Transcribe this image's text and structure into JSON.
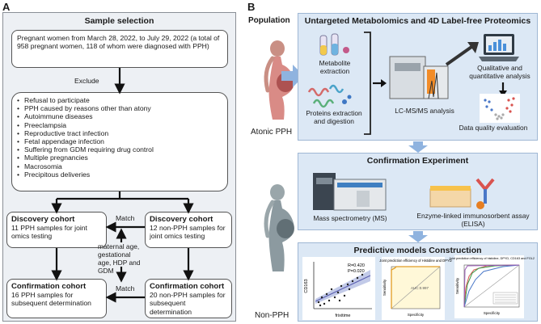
{
  "panel_a": {
    "letter": "A",
    "title": "Sample selection",
    "population_text": "Pregnant women from March 28, 2022, to July 29, 2022 (a total of 958 pregnant women, 118 of whom were diagnosed with PPH)",
    "exclude_label": "Exclude",
    "exclusions": [
      "Refusal to participate",
      "PPH caused by reasons other than atony",
      "Autoimmune diseases",
      "Preeclampsia",
      "Reproductive tract infection",
      "Fetal appendage infection",
      "Suffering from GDM requiring drug control",
      "Multiple pregnancies",
      "Macrosomia",
      "Precipitous deliveries"
    ],
    "discovery_pph": {
      "title": "Discovery cohort",
      "body": "11 PPH samples for joint omics testing"
    },
    "discovery_non": {
      "title": "Discovery cohort",
      "body": "12 non-PPH samples for joint omics testing"
    },
    "confirm_pph": {
      "title": "Confirmation cohort",
      "body": "16 PPH samples for subsequent determination"
    },
    "confirm_non": {
      "title": "Confirmation cohort",
      "body": "20 non-PPH samples for subsequent determination"
    },
    "match_top": "Match",
    "match_bottom": "Match",
    "match_criteria": "maternal age, gestational age, HDP and GDM"
  },
  "panel_b": {
    "letter": "B",
    "population_label": "Population",
    "atonic_label": "Atonic PPH",
    "non_label": "Non-PPH",
    "omics_title": "Untargeted Metabolomics and 4D Label-free Proteomics",
    "metabolite_extraction": "Metabolite extraction",
    "protein_extraction": "Proteins extraction and digestion",
    "lcms": "LC-MS/MS analysis",
    "qual_quant": "Qualitative  and quantitative analysis",
    "data_quality": "Data quality evaluation",
    "confirm_title": "Confirmation Experiment",
    "ms_label": "Mass spectrometry (MS)",
    "elisa_label": "Enzyme-linked immunosorbent assay (ELISA)",
    "predict_title": "Predictive models Construction",
    "scatter_ylabel": "CD163",
    "scatter_xlabel": "frixitime",
    "scatter_r": "R=0.420",
    "scatter_p": "P=0.020",
    "roc1_title": "Joint prediction efficiency of Histidine and DPYD",
    "roc1_auc": "AUC:0.997",
    "roc_x": "Specificity",
    "roc_y": "Sensitivity",
    "roc2_title": "Joint prediction efficiency of histidine, DPYD, CD163 and FGL2"
  },
  "colors": {
    "panel_bg": "#dce8f5",
    "panel_border": "#9fb7d4",
    "arrow_blue": "#8fb3df",
    "pink": "#d98b86",
    "gray_figure": "#8c9aa0"
  }
}
